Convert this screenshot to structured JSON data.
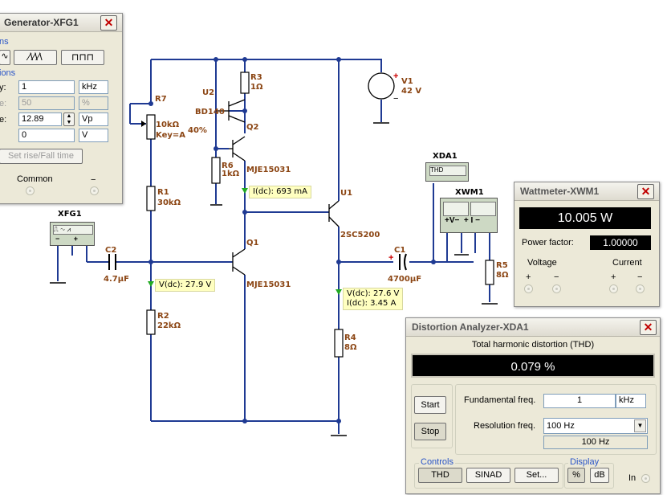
{
  "schematic": {
    "components": {
      "r7": {
        "ref": "R7",
        "value": "10kΩ",
        "key": "Key=A",
        "pct": "40%"
      },
      "r3": {
        "ref": "R3",
        "value": "1Ω"
      },
      "u2": {
        "ref": "U2",
        "model": "BD140"
      },
      "q2": {
        "ref": "Q2",
        "model": "MJE15031"
      },
      "r6": {
        "ref": "R6",
        "value": "1kΩ"
      },
      "v1": {
        "ref": "V1",
        "value": "42 V"
      },
      "r1": {
        "ref": "R1",
        "value": "30kΩ"
      },
      "u1": {
        "ref": "U1",
        "model": "2SC5200"
      },
      "q1": {
        "ref": "Q1",
        "model": "MJE15031"
      },
      "c2": {
        "ref": "C2",
        "value": "4.7µF"
      },
      "c1": {
        "ref": "C1",
        "value": "4700µF"
      },
      "r2": {
        "ref": "R2",
        "value": "22kΩ"
      },
      "r4": {
        "ref": "R4",
        "value": "8Ω"
      },
      "r5": {
        "ref": "R5",
        "value": "8Ω"
      }
    },
    "instruments": {
      "xfg1": {
        "label": "XFG1"
      },
      "xda1": {
        "label": "XDA1",
        "screen": "THD"
      },
      "xwm1": {
        "label": "XWM1"
      }
    },
    "probes": {
      "p1": {
        "line1": "I(dc): 693 mA"
      },
      "p2": {
        "line1": "V(dc): 27.9 V"
      },
      "p3": {
        "line1": "V(dc): 27.6 V",
        "line2": "I(dc): 3.45 A"
      }
    }
  },
  "function_generator": {
    "title": "Generator-XFG1",
    "waveforms_label": "ns",
    "signal_options_label": "ions",
    "frequency": {
      "label": "y:",
      "value": "1",
      "unit": "kHz"
    },
    "duty_cycle": {
      "label": "e:",
      "value": "50",
      "unit": "%"
    },
    "amplitude": {
      "label": "e:",
      "value": "12.89",
      "unit": "Vp"
    },
    "offset": {
      "value": "0",
      "unit": "V"
    },
    "rise_fall_button": "Set rise/Fall time",
    "common_label": "Common",
    "minus": "−"
  },
  "wattmeter": {
    "title": "Wattmeter-XWM1",
    "reading": "10.005 W",
    "power_factor_label": "Power factor:",
    "power_factor_value": "1.00000",
    "voltage_label": "Voltage",
    "current_label": "Current",
    "plus": "+",
    "minus": "−"
  },
  "distortion_analyzer": {
    "title": "Distortion Analyzer-XDA1",
    "thd_heading": "Total harmonic distortion (THD)",
    "reading": "0.079 %",
    "start_button": "Start",
    "stop_button": "Stop",
    "fundamental_label": "Fundamental freq.",
    "fundamental_value": "1",
    "fundamental_unit": "kHz",
    "resolution_label": "Resolution freq.",
    "resolution_selected": "100 Hz",
    "resolution_display": "100 Hz",
    "controls_label": "Controls",
    "thd_button": "THD",
    "sinad_button": "SINAD",
    "set_button": "Set...",
    "display_label": "Display",
    "percent_button": "%",
    "db_button": "dB",
    "in_label": "In"
  },
  "colors": {
    "wire": "#1f3a93",
    "label": "#8b4513",
    "probe_marker": "#22aa22",
    "close_icon": "#c00000"
  }
}
